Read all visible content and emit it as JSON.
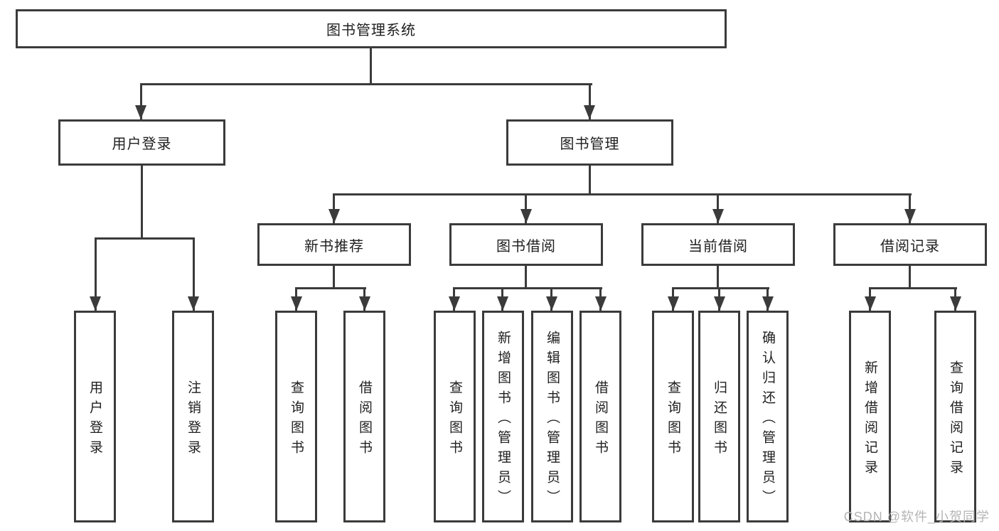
{
  "diagram": {
    "root": "图书管理系统",
    "level2": {
      "user_login": "用户登录",
      "book_management": "图书管理"
    },
    "level3": {
      "new_book_recommend": "新书推荐",
      "book_borrowing": "图书借阅",
      "current_borrowing": "当前借阅",
      "borrowing_records": "借阅记录"
    },
    "leaves": {
      "user_login": "用户登录",
      "logout": "注销登录",
      "recommend_search_book": "查询图书",
      "recommend_borrow_book": "借阅图书",
      "borrowing_search_book": "查询图书",
      "borrowing_add_book": "新增图书（管理员）",
      "borrowing_edit_book": "编辑图书（管理员）",
      "borrowing_borrow_book": "借阅图书",
      "current_search_book": "查询图书",
      "current_return_book": "归还图书",
      "current_confirm_return": "确认归还（管理员）",
      "records_add_record": "新增借阅记录",
      "records_search_record": "查询借阅记录"
    }
  },
  "watermark": "CSDN @软件_小贺同学",
  "colors": {
    "line": "#3b3b3b",
    "node_border": "#3b3b3b",
    "node_fill": "#ffffff",
    "text": "#1f1f1f",
    "watermark": "#b5b5b5",
    "background": "#ffffff"
  }
}
